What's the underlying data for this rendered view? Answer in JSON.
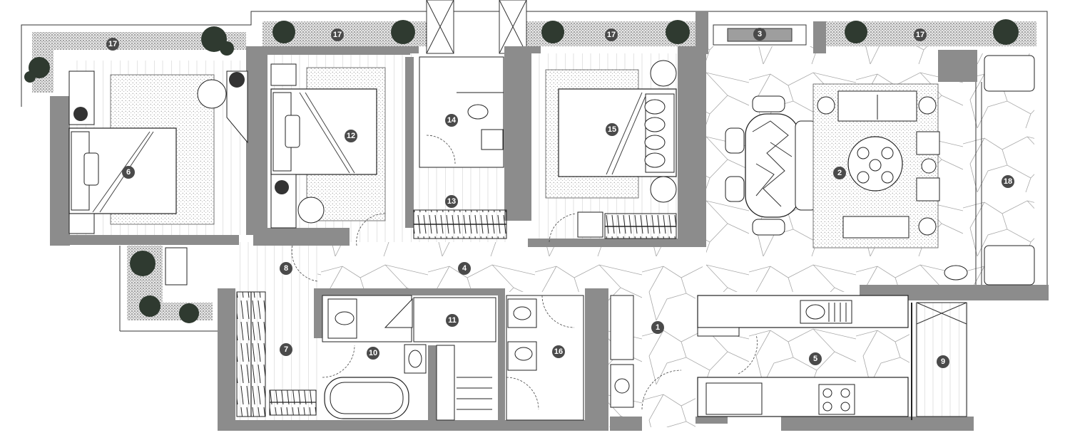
{
  "labels": {
    "r1": "1",
    "r2": "2",
    "r3": "3",
    "r4": "4",
    "r5": "5",
    "r6": "6",
    "r7": "7",
    "r8": "8",
    "r9": "9",
    "r10": "10",
    "r11": "11",
    "r12": "12",
    "r13": "13",
    "r14": "14",
    "r15": "15",
    "r16": "16",
    "r18": "18",
    "t1": "17",
    "t2": "17",
    "t3": "17",
    "t4": "17"
  },
  "colors": {
    "wall": "#8c8c8c",
    "line": "#333333",
    "plant": "#2f3a30",
    "planter": "#d9d9d9",
    "label_bg": "#4a4a4a",
    "label_text": "#ffffff",
    "background": "#ffffff"
  }
}
